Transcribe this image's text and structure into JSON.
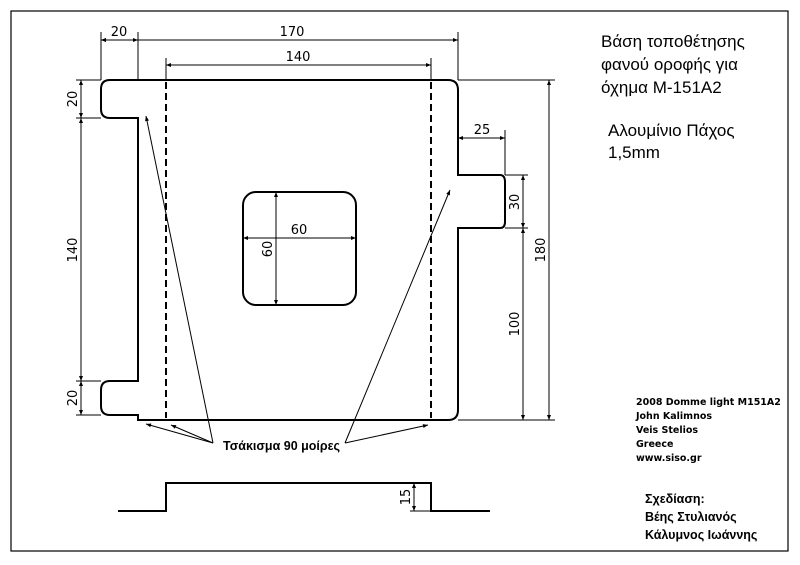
{
  "title": {
    "line1": "Βάση τοποθέτησης",
    "line2": "φανού οροφής για",
    "line3": "όχημα  M-151A2"
  },
  "material": {
    "line1": "Αλουμίνιο Πάχος",
    "line2": "1,5mm"
  },
  "dimensions": {
    "overall_width": "170",
    "inner_width": "140",
    "tab_width": "20",
    "top_tab_height": "20",
    "left_span": "140",
    "bottom_tab_height": "20",
    "hole_width": "60",
    "hole_height": "60",
    "right_tab_width": "25",
    "right_tab_height": "30",
    "right_offset": "100",
    "overall_height": "180",
    "fold_height": "15"
  },
  "fold_note": "Τσάκισμα 90 μοίρες",
  "credits": [
    "2008 Domme light M151A2",
    "John Kalimnos",
    "Veis Stelios",
    "Greece",
    "www.siso.gr"
  ],
  "design": {
    "label": "Σχεδίαση:",
    "author1": "Βέης Στυλιανός",
    "author2": "Κάλυμνος Ιωάννης"
  }
}
